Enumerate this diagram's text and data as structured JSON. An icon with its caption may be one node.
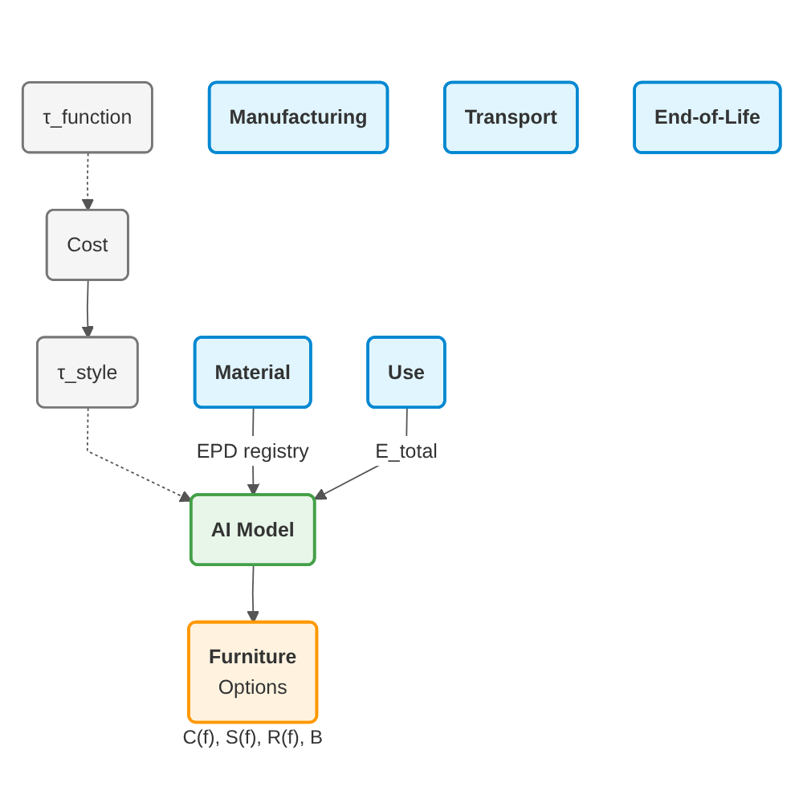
{
  "diagram": {
    "nodes": [
      {
        "text": [
          "τ_function"
        ]
      },
      {
        "text": [
          "Cost"
        ]
      },
      {
        "text": [
          "τ_style"
        ]
      },
      {
        "text": [
          "Material"
        ]
      },
      {
        "text": [
          "Manufacturing"
        ]
      },
      {
        "text": [
          "Transport"
        ]
      },
      {
        "text": [
          "AI Model"
        ]
      },
      {
        "text": [
          "Use"
        ]
      },
      {
        "text": [
          "End-of-Life"
        ]
      },
      {
        "text": [
          "Furniture",
          "Options"
        ],
        "beside": [
          "C(f), S(f), R(f), B"
        ]
      }
    ],
    "edges": [
      {
        "from": 0,
        "to": 1,
        "arrow": "to",
        "style": "dashed"
      },
      {
        "from": 1,
        "to": 2,
        "arrow": "to"
      },
      {
        "from": 2,
        "to": 6,
        "arrow": "to",
        "style": "dashed"
      },
      {
        "from": 3,
        "to": 6,
        "arrow": "to",
        "label": "EPD registry"
      },
      {
        "from": 7,
        "to": 6,
        "arrow": "to",
        "label": "E_total"
      },
      {
        "from": 6,
        "to": 9,
        "arrow": "to"
      }
    ]
  }
}
